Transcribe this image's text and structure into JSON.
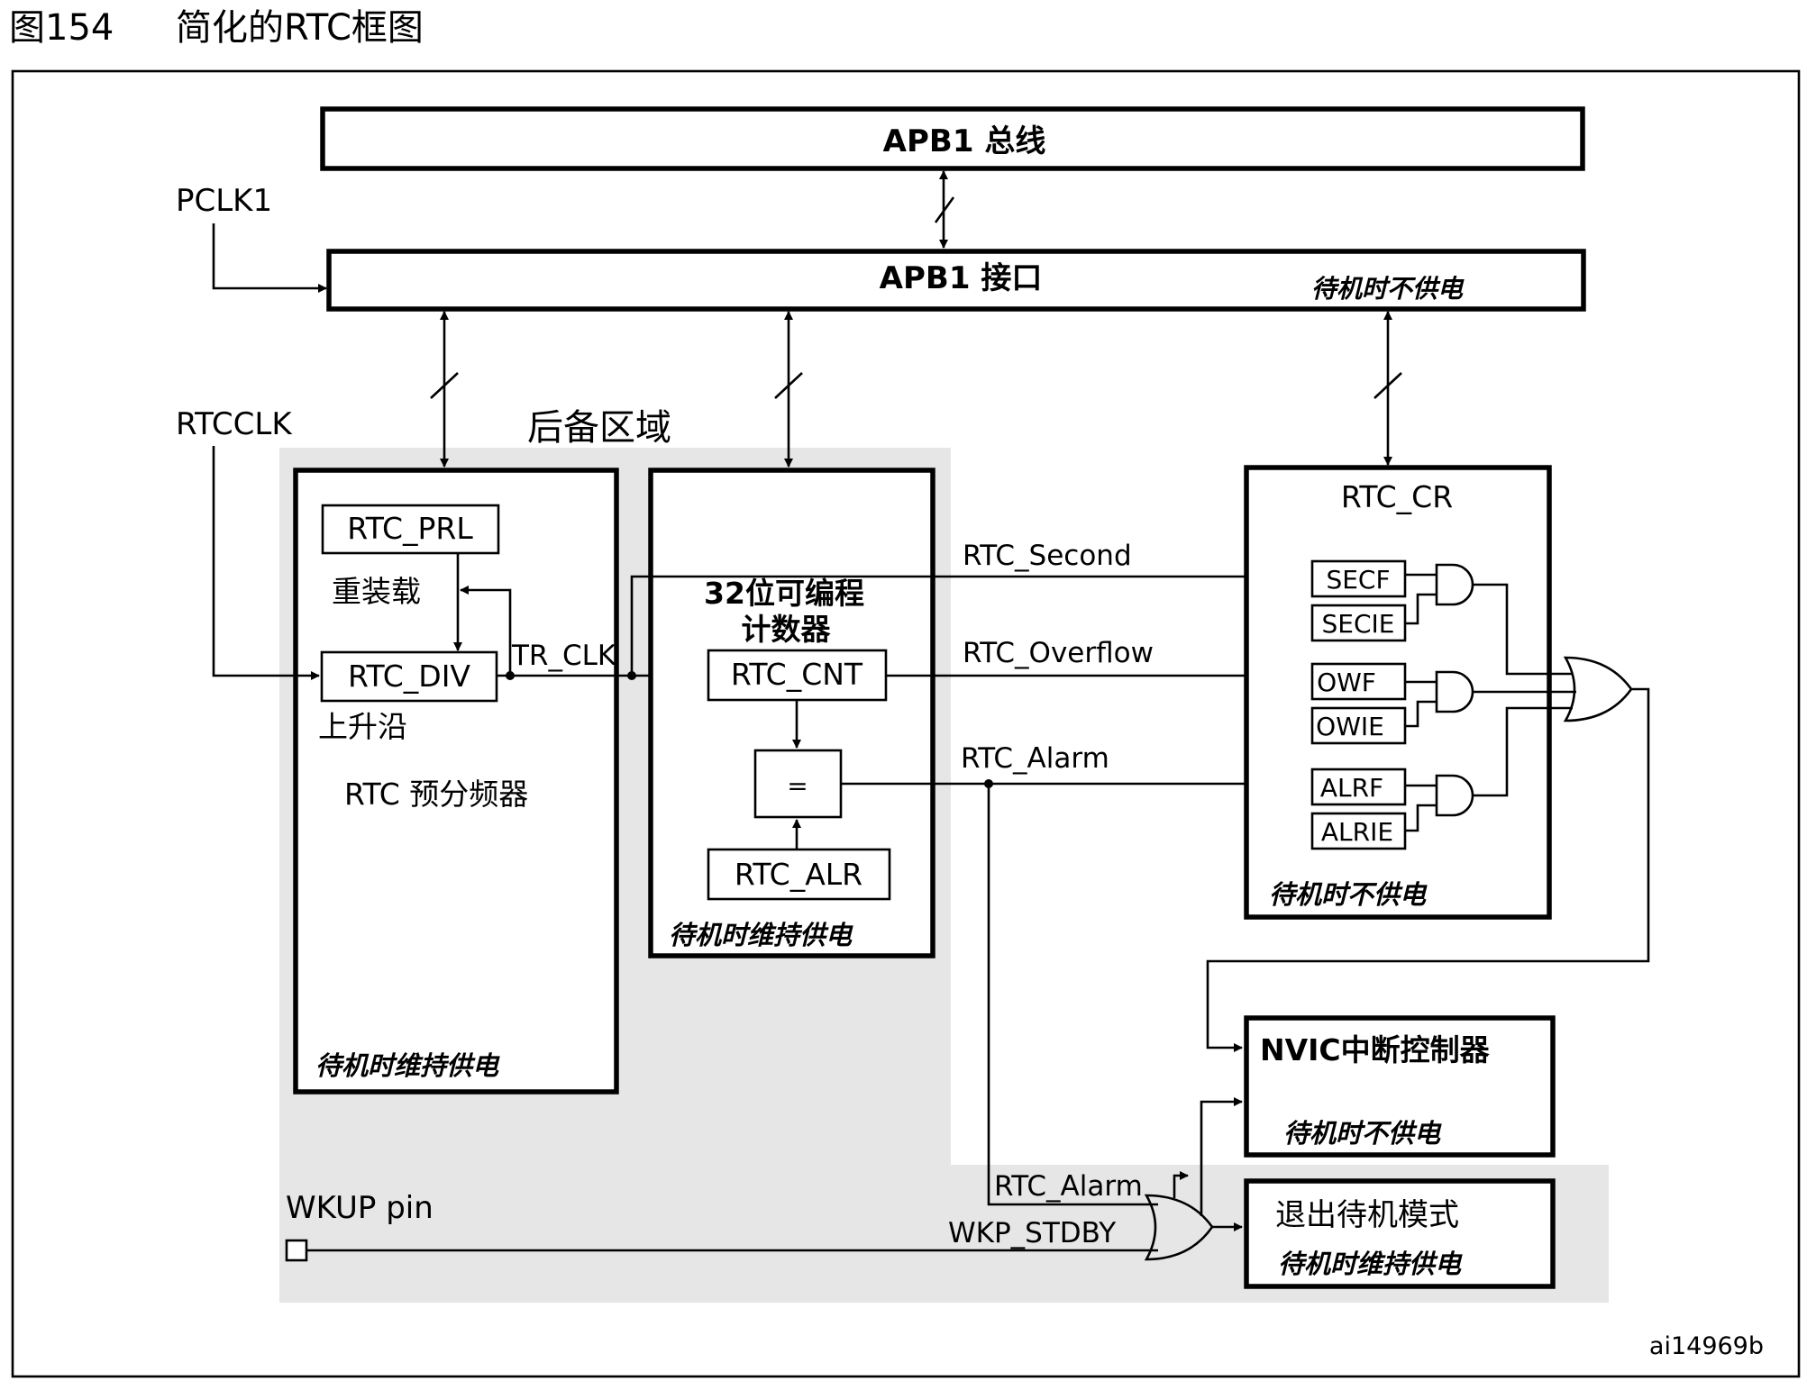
{
  "figure": {
    "number": "图154",
    "title": "简化的RTC框图",
    "id_code": "ai14969b"
  },
  "blocks": {
    "apb1_bus": "APB1 总线",
    "apb1_interface": "APB1 接口",
    "apb1_interface_note": "待机时不供电",
    "backup_domain": "后备区域",
    "prescaler_title": "RTC 预分频器",
    "prescaler_note": "待机时维持供电",
    "rtc_prl": "RTC_PRL",
    "reload": "重装载",
    "rtc_div": "RTC_DIV",
    "rising_edge": "上升沿",
    "tr_clk": "TR_CLK",
    "counter_title_1": "32位可编程",
    "counter_title_2": "计数器",
    "rtc_cnt": "RTC_CNT",
    "equal": "=",
    "rtc_alr": "RTC_ALR",
    "counter_note": "待机时维持供电",
    "rtc_cr": "RTC_CR",
    "rtc_cr_note": "待机时不供电",
    "secf": "SECF",
    "secie": "SECIE",
    "owf": "OWF",
    "owie": "OWIE",
    "alrf": "ALRF",
    "alrie": "ALRIE",
    "nvic": "NVIC中断控制器",
    "nvic_note": "待机时不供电",
    "exit_standby": "退出待机模式",
    "exit_standby_note": "待机时维持供电"
  },
  "signals": {
    "pclk1": "PCLK1",
    "rtcclk": "RTCCLK",
    "rtc_second": "RTC_Second",
    "rtc_overflow": "RTC_Overflow",
    "rtc_alarm": "RTC_Alarm",
    "rtc_alarm_2": "RTC_Alarm",
    "wkup_pin": "WKUP pin",
    "wkp_stdby": "WKP_STDBY"
  }
}
